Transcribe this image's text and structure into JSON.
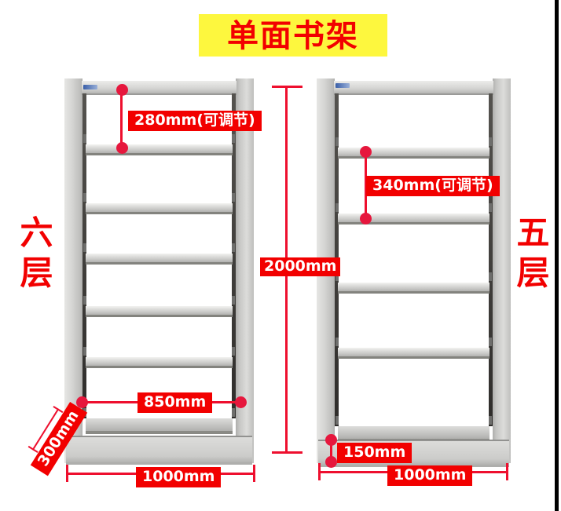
{
  "banner": {
    "title": "单面书架"
  },
  "shelves": {
    "left": {
      "tier_label": "六层",
      "tier_count": 6
    },
    "right": {
      "tier_label": "五层",
      "tier_count": 5
    }
  },
  "dimensions": {
    "left_shelf_spacing": "280mm(可调节)",
    "right_shelf_spacing": "340mm(可调节)",
    "total_height": "2000mm",
    "inner_width": "850mm",
    "depth": "300mm",
    "base_height": "150mm",
    "left_total_width": "1000mm",
    "right_total_width": "1000mm"
  },
  "colors": {
    "accent_red": "#f20000",
    "dot_red": "#e6173d",
    "banner_yellow": "#fdf73e",
    "steel_gray": "#d4d4d2"
  }
}
